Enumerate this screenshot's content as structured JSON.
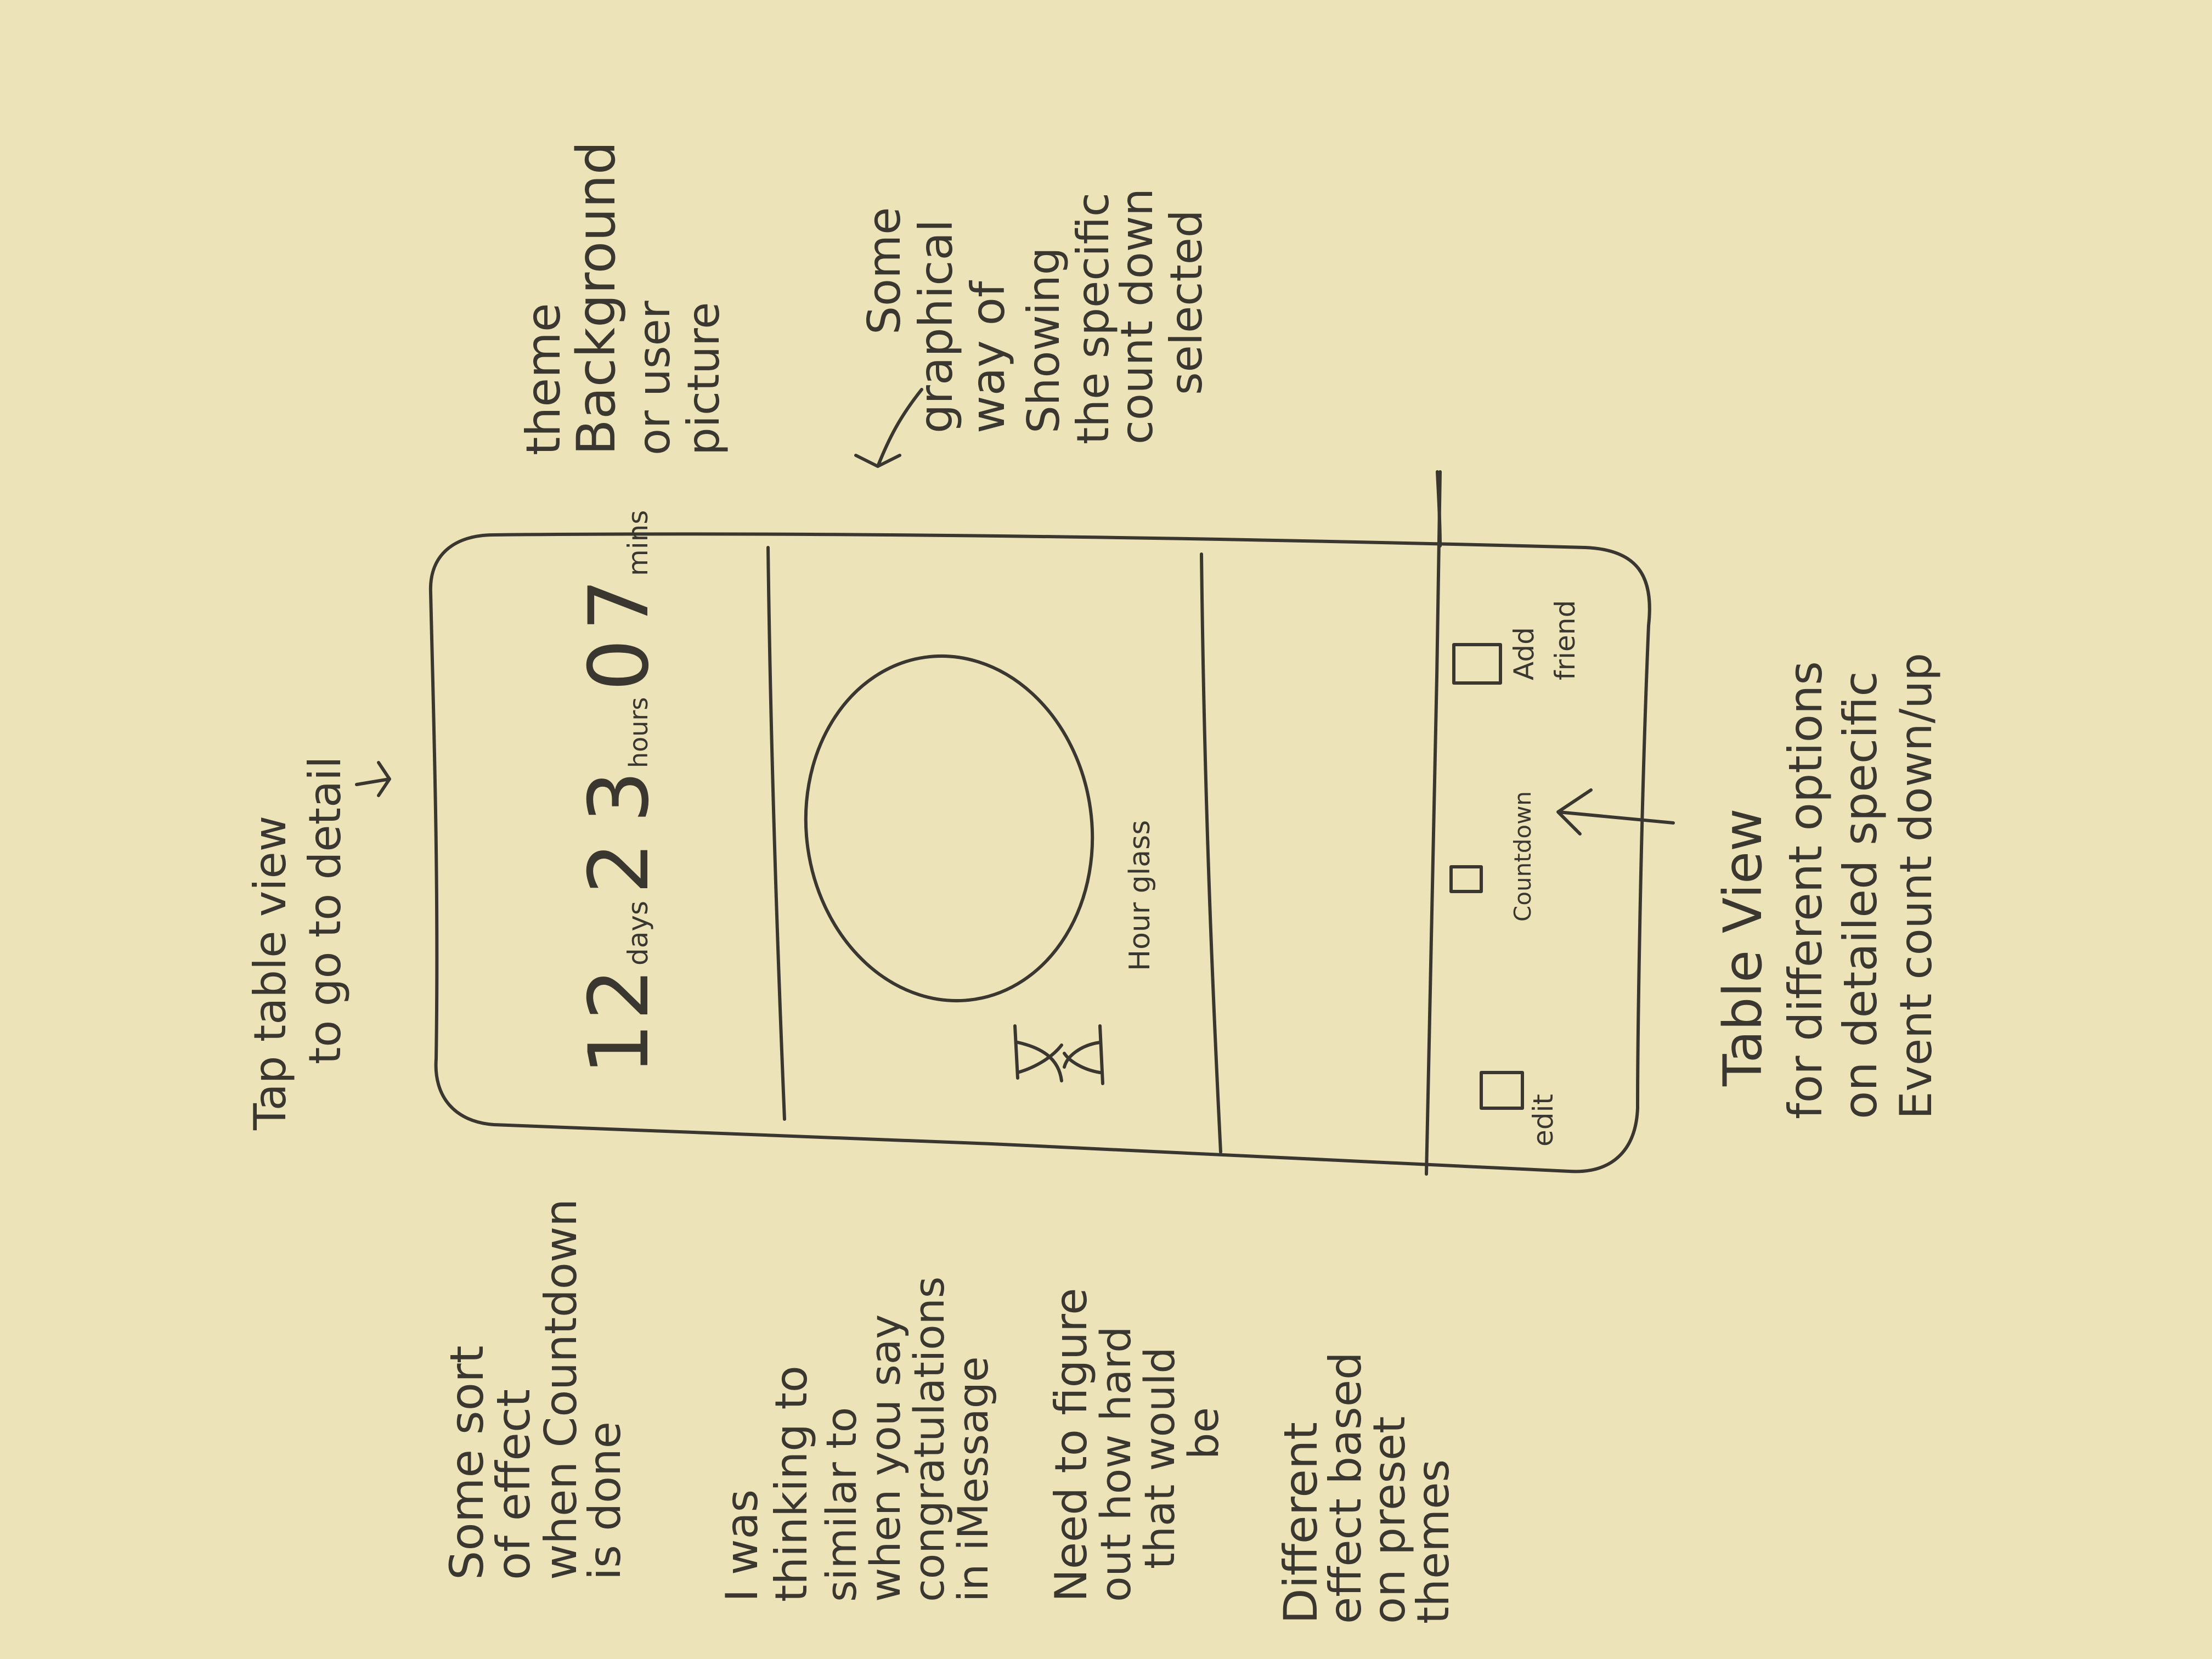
{
  "notes": {
    "tap_table": [
      "Tap table view",
      "to go to detail"
    ],
    "theme_bg": [
      "theme",
      "Background",
      "or user",
      "picture"
    ],
    "graphical": [
      "Some",
      "graphical",
      "way of",
      "Showing",
      "the specific",
      "count down",
      "selected"
    ],
    "effect": [
      "Some sort",
      "of effect",
      "when Countdown",
      "is done"
    ],
    "thinking": [
      "I was",
      "thinking to",
      "similar to",
      "when you say",
      "congratulations",
      "in iMessage"
    ],
    "need": [
      "Need to figure",
      "out how hard",
      "that would",
      "be"
    ],
    "different": [
      "Different",
      "effect based",
      "on preset",
      "themes"
    ],
    "table_view": [
      "Table View",
      "for different options",
      "on detailed specific",
      "Event count down/up"
    ]
  },
  "phone": {
    "countdown": {
      "n1": "1",
      "n2": "2",
      "u_days": "days",
      "n3": "2",
      "n4": "3",
      "u_hours": "hours",
      "n5": "0",
      "n6": "7",
      "u_mins": "mins"
    },
    "hourglass_label": "Hour glass",
    "tabs": {
      "edit": "edit",
      "countdown": "Countdown",
      "add_friend": [
        "Add",
        "friend"
      ]
    }
  }
}
